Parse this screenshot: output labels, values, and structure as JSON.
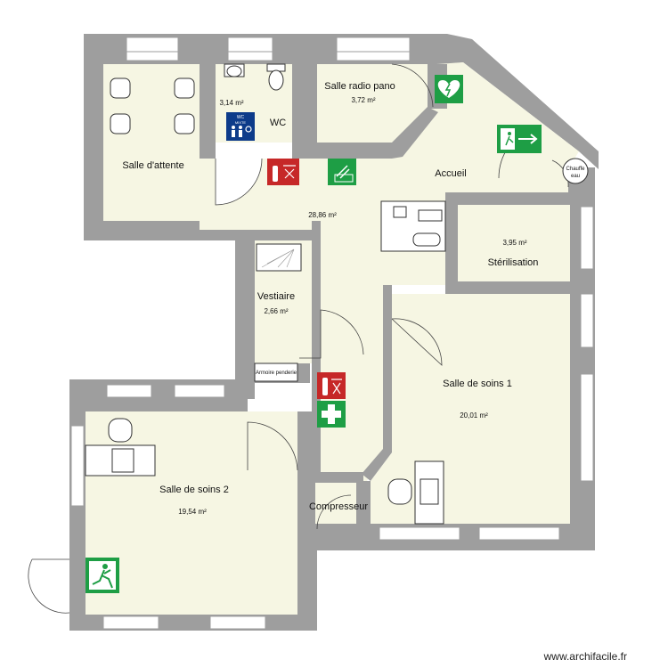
{
  "rooms": {
    "salle_attente": {
      "name": "Salle d'attente"
    },
    "wc": {
      "name": "WC",
      "area": "3,14 m²"
    },
    "radio": {
      "name": "Salle radio pano",
      "area": "3,72 m²"
    },
    "accueil": {
      "name": "Accueil",
      "area": "28,86 m²"
    },
    "sterilisation": {
      "name": "Stérilisation",
      "area": "3,95 m²"
    },
    "vestiaire": {
      "name": "Vestiaire",
      "area": "2,66 m²"
    },
    "soins1": {
      "name": "Salle de soins 1",
      "area": "20,01 m²"
    },
    "soins2": {
      "name": "Salle de soins 2",
      "area": "19,54 m²"
    },
    "compresseur": {
      "name": "Compresseur"
    }
  },
  "signs": {
    "wc_sign_line1": "WC",
    "wc_sign_line2": "MIXTE",
    "chauffe_eau_line1": "Chauffe",
    "chauffe_eau_line2": "eau",
    "armoire": "Armoire penderie"
  },
  "credit": "www.archifacile.fr",
  "colors": {
    "wall": "#9e9e9e",
    "floor": "#f6f6e3",
    "safety_red": "#c62828",
    "safety_green": "#1e9e45"
  },
  "icons": [
    "aed-icon",
    "fire-extinguisher-icon",
    "first-aid-icon",
    "emergency-exit-icon",
    "wc-accessible-icon",
    "chair-icon",
    "desk-icon",
    "shower-icon"
  ]
}
